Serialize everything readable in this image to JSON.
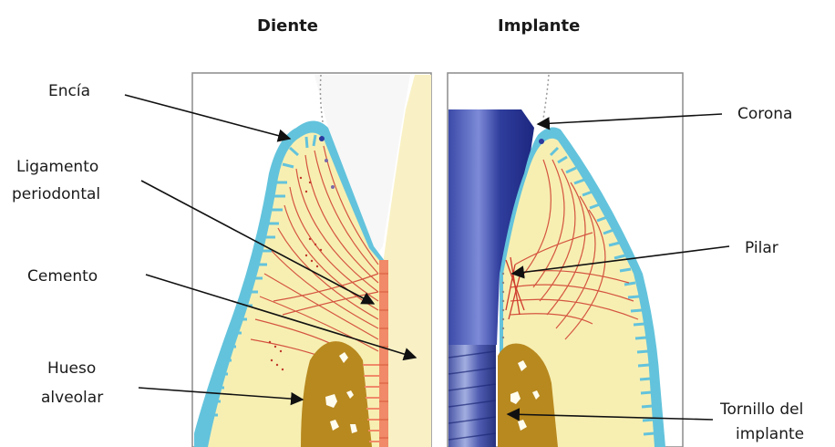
{
  "titles": {
    "tooth": "Diente",
    "implant": "Implante"
  },
  "labels_left": {
    "gum": "Encía",
    "ligament_line1": "Ligamento",
    "ligament_line2": "periodontal",
    "cementum": "Cemento",
    "bone_line1": "Hueso",
    "bone_line2": "alveolar"
  },
  "labels_right": {
    "crown": "Corona",
    "abutment": "Pilar",
    "screw_line1": "Tornillo del",
    "screw_line2": "implante"
  },
  "colors": {
    "gingiva_outline": "#63c3dc",
    "soft_tissue": "#f7efb2",
    "bone": "#b8891f",
    "bone_dark": "#8f6a14",
    "fibers": "#cf3b2e",
    "cementum": "#f08a68",
    "tooth_root": "#f9f1c5",
    "implant_blue": "#2e3f9e"
  }
}
